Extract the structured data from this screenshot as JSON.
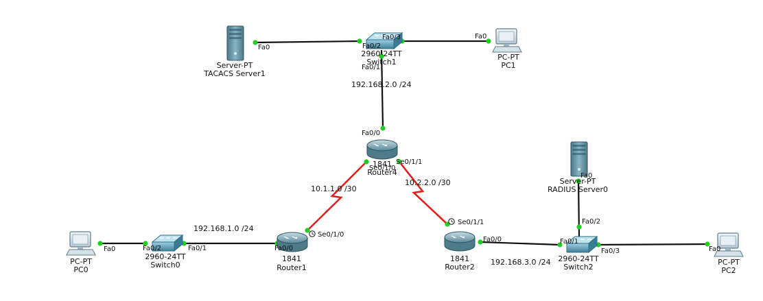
{
  "colors": {
    "ethernet_link": "#111111",
    "serial_link": "#e0201b",
    "link_up_dot": "#22cc22",
    "router_body": "#6a9aa8",
    "switch_body": "#4d8fa6",
    "pc_screen": "#e8f0f6",
    "server_body": "#5f8a9a"
  },
  "devices": {
    "tacacs": {
      "model": "Server-PT",
      "name": "TACACS Server1",
      "icon": "server-icon"
    },
    "switch1": {
      "model": "2960-24TT",
      "name": "Switch1",
      "icon": "switch-icon"
    },
    "pc1": {
      "model": "PC-PT",
      "name": "PC1",
      "icon": "pc-icon"
    },
    "router4": {
      "model": "1841",
      "name": "Router4",
      "icon": "router-icon"
    },
    "radius": {
      "model": "Server-PT",
      "name": "RADIUS Server0",
      "icon": "server-icon"
    },
    "pc0": {
      "model": "PC-PT",
      "name": "PC0",
      "icon": "pc-icon"
    },
    "switch0": {
      "model": "2960-24TT",
      "name": "Switch0",
      "icon": "switch-icon"
    },
    "router1": {
      "model": "1841",
      "name": "Router1",
      "icon": "router-icon"
    },
    "router2": {
      "model": "1841",
      "name": "Router2",
      "icon": "router-icon"
    },
    "switch2": {
      "model": "2960-24TT",
      "name": "Switch2",
      "icon": "switch-icon"
    },
    "pc2": {
      "model": "PC-PT",
      "name": "PC2",
      "icon": "pc-icon"
    }
  },
  "ports": {
    "tacacs_fa0": "Fa0",
    "sw1_fa0_2": "Fa0/2",
    "sw1_fa0_3": "Fa0/3",
    "pc1_fa0": "Fa0",
    "sw1_fa0_1": "Fa0/1",
    "r4_fa0_0": "Fa0/0",
    "r4_se0_1_0": "Se0/1/0",
    "r4_se0_1_1": "Se0/1/1",
    "r1_se0_1_0": "Se0/1/0",
    "r2_se0_1_1": "Se0/1/1",
    "pc0_fa0": "Fa0",
    "sw0_fa0_2": "Fa0/2",
    "sw0_fa0_1": "Fa0/1",
    "r1_fa0_0": "Fa0/0",
    "r2_fa0_0": "Fa0/0",
    "sw2_fa0_1": "Fa0/1",
    "sw2_fa0_2": "Fa0/2",
    "sw2_fa0_3": "Fa0/3",
    "radius_fa0": "Fa0",
    "pc2_fa0": "Fa0"
  },
  "networks": {
    "net2": "192.168.2.0 /24",
    "net1": "192.168.1.0 /24",
    "net3": "192.168.3.0 /24",
    "serial1": "10.1.1.0 /30",
    "serial2": "10.2.2.0 /30"
  }
}
